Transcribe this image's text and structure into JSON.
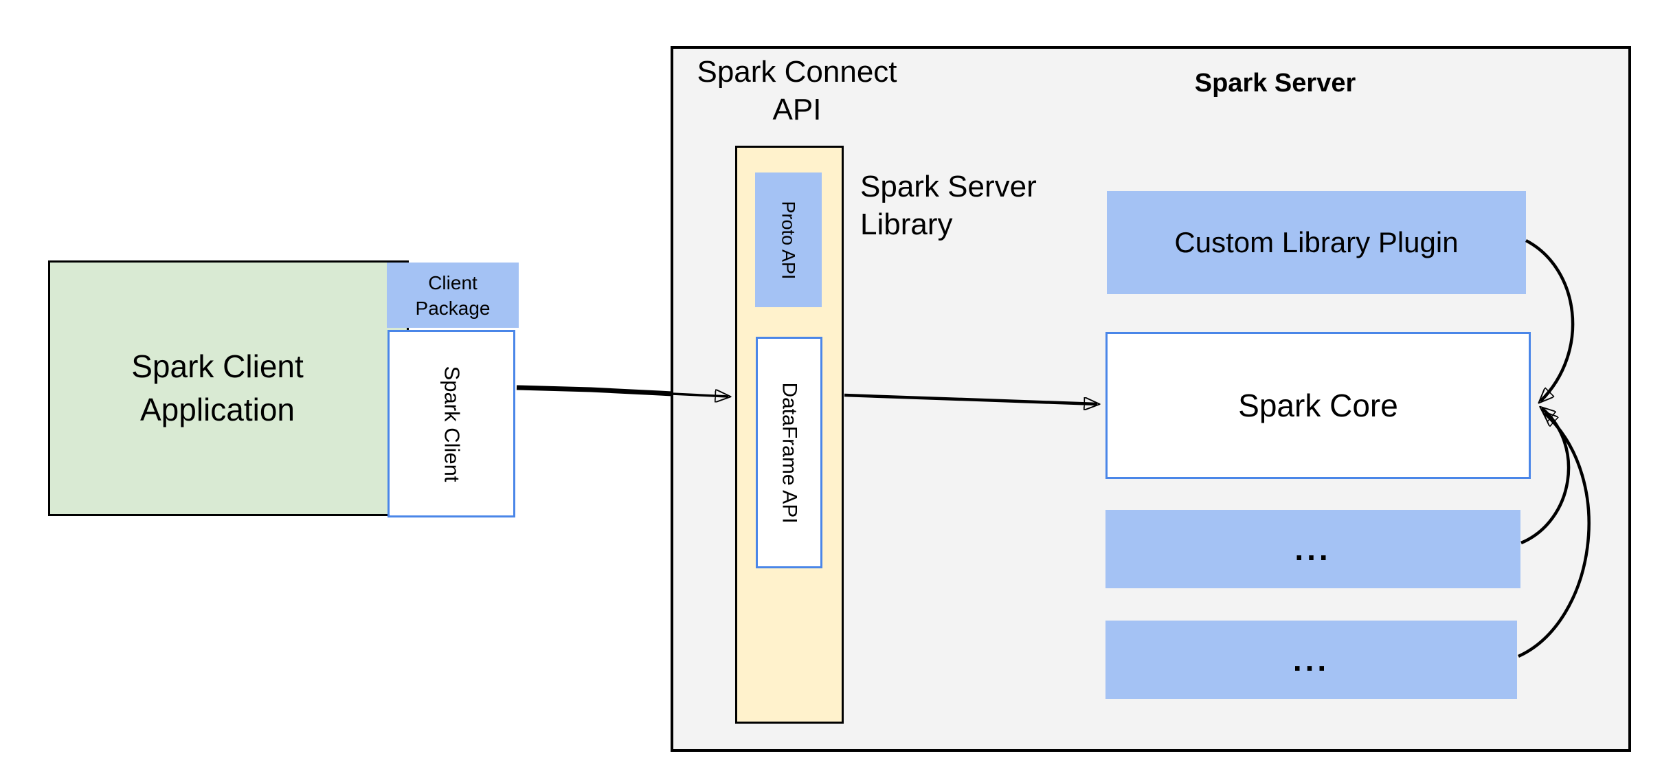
{
  "colors": {
    "background": "#ffffff",
    "client_app_fill": "#d9ead3",
    "blue_fill": "#a4c2f4",
    "connect_column_fill": "#fff2cc",
    "server_container_fill": "#f3f3f3",
    "blue_border": "#4a86e8",
    "line_color": "#000000"
  },
  "client": {
    "app_label": "Spark Client\nApplication",
    "package_label": "Client\nPackage",
    "client_label": "Spark Client"
  },
  "connect": {
    "title": "Spark Connect\nAPI",
    "proto_label": "Proto  API",
    "dataframe_label": "DataFrame API",
    "library_label": "Spark Server\nLibrary"
  },
  "server": {
    "title": "Spark Server",
    "plugin_label": "Custom Library Plugin",
    "core_label": "Spark Core",
    "more_label": "..."
  }
}
